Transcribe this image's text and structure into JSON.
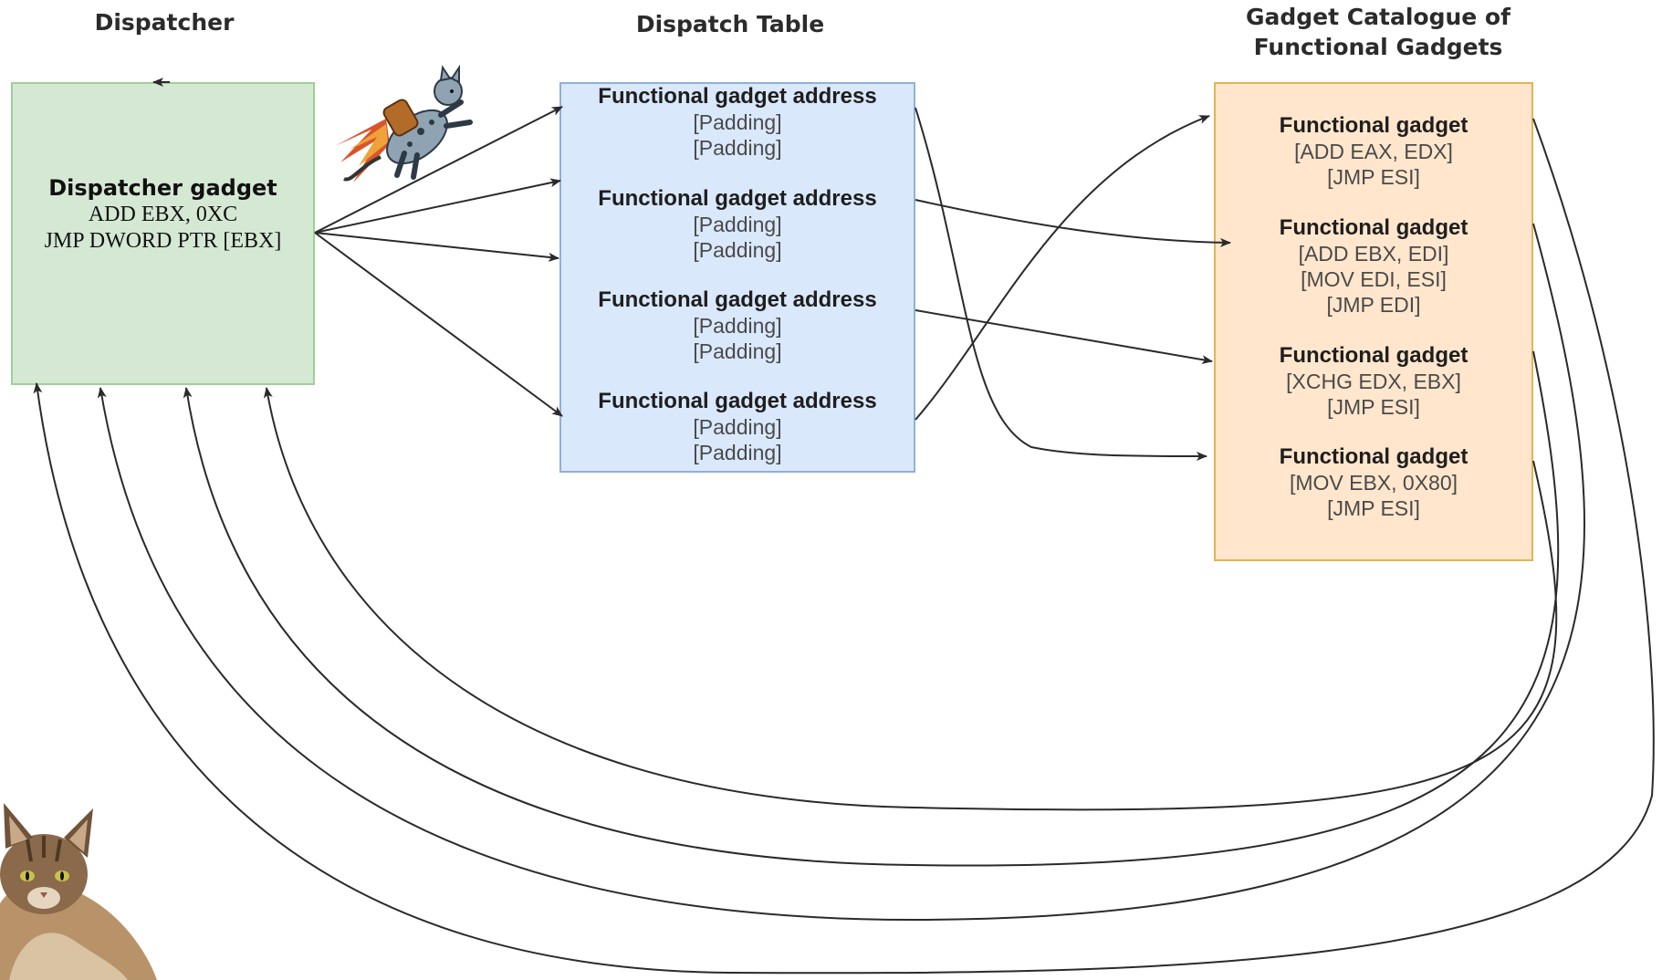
{
  "headings": {
    "dispatcher": "Dispatcher",
    "dispatch_table": "Dispatch Table",
    "catalogue_line1": "Gadget Catalogue of",
    "catalogue_line2": "Functional Gadgets"
  },
  "dispatcher_box": {
    "title": "Dispatcher gadget",
    "lines": [
      "ADD EBX, 0XC",
      "JMP DWORD PTR [EBX]"
    ]
  },
  "dispatch_table": {
    "entries": [
      {
        "label": "Functional gadget address",
        "padding": [
          "[Padding]",
          "[Padding]"
        ]
      },
      {
        "label": "Functional gadget address",
        "padding": [
          "[Padding]",
          "[Padding]"
        ]
      },
      {
        "label": "Functional gadget address",
        "padding": [
          "[Padding]",
          "[Padding]"
        ]
      },
      {
        "label": "Functional gadget address",
        "padding": [
          "[Padding]",
          "[Padding]"
        ]
      }
    ]
  },
  "catalogue": {
    "gadgets": [
      {
        "title": "Functional gadget",
        "lines": [
          "[ADD EAX, EDX]",
          "[JMP ESI]"
        ]
      },
      {
        "title": "Functional gadget",
        "lines": [
          "[ADD EBX, EDI]",
          "[MOV EDI, ESI]",
          "[JMP EDI]"
        ]
      },
      {
        "title": "Functional gadget",
        "lines": [
          "[XCHG EDX, EBX]",
          "[JMP ESI]"
        ]
      },
      {
        "title": "Functional gadget",
        "lines": [
          "[MOV EBX, 0X80]",
          "[JMP ESI]"
        ]
      }
    ]
  },
  "colors": {
    "dispatcher_fill": "#d5e8d4",
    "table_fill": "#dae8fc",
    "catalogue_fill": "#ffe6cc",
    "edge": "#2a2a2a"
  },
  "illustrations": [
    "jetpack-cat-icon",
    "maine-coon-cat-icon"
  ]
}
